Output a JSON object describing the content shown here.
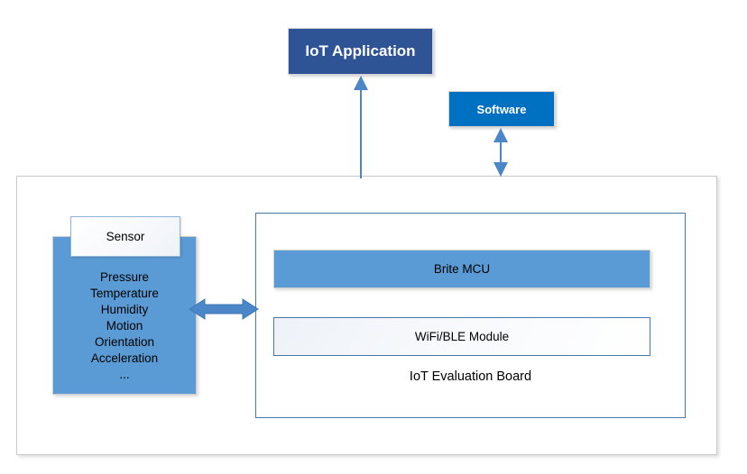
{
  "diagram": {
    "title_boxes": {
      "iot_application": "IoT Application",
      "software": "Software"
    },
    "sensor": {
      "label": "Sensor",
      "properties": [
        "Pressure",
        "Temperature",
        "Humidity",
        "Motion",
        "Orientation",
        "Acceleration",
        "..."
      ]
    },
    "board": {
      "caption": "IoT Evaluation Board",
      "components": [
        {
          "name": "Brite MCU"
        },
        {
          "name": "WiFi/BLE Module"
        }
      ]
    },
    "connectors": [
      {
        "id": "sensor-board",
        "type": "double-headed-arrow",
        "orientation": "horizontal"
      },
      {
        "id": "board-application",
        "type": "single-headed-arrow",
        "orientation": "vertical-up"
      },
      {
        "id": "board-software",
        "type": "double-headed-arrow",
        "orientation": "vertical"
      }
    ],
    "colors": {
      "iot_application_fill": "#2E5496",
      "software_fill": "#0070C0",
      "sensor_fill": "#5B9BD5",
      "brite_mcu_fill": "#5B9BD5",
      "wifi_ble_fill": "#F5F8FC",
      "board_border": "#4878A8",
      "arrow_blue": "#4A86C8",
      "container_border": "#C9C9C9"
    }
  }
}
